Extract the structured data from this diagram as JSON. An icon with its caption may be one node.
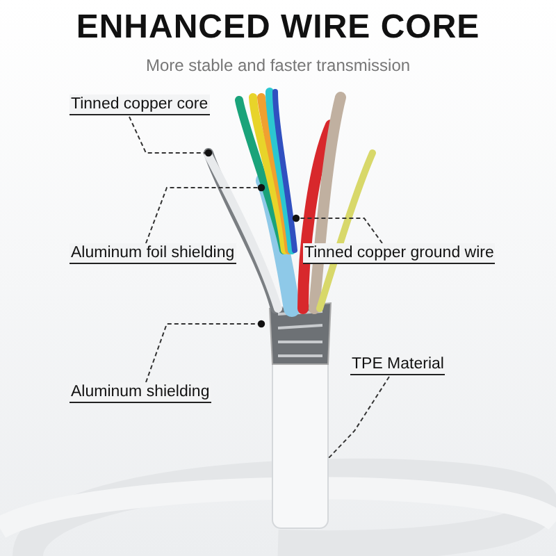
{
  "diagram": {
    "title": "ENHANCED WIRE CORE",
    "nodes": [
      {
        "text": [
          "Tinned copper core"
        ]
      },
      {
        "text": [
          "Aluminum foil shielding"
        ]
      },
      {
        "text": [
          "Tinned copper ground wire"
        ]
      },
      {
        "text": [
          "Aluminum  shielding"
        ]
      },
      {
        "text": [
          "TPE Material"
        ]
      }
    ],
    "edges": [
      {
        "from": 0,
        "to": null,
        "arrow": "other",
        "style": "dashed"
      },
      {
        "from": 1,
        "to": null,
        "arrow": "other",
        "style": "dashed"
      },
      {
        "from": 2,
        "to": null,
        "arrow": "other",
        "style": "dashed"
      },
      {
        "from": 3,
        "to": null,
        "arrow": "other",
        "style": "dashed"
      },
      {
        "from": 4,
        "to": null,
        "arrow": "none",
        "style": "dashed"
      }
    ],
    "labels": [
      "More stable and faster transmission"
    ]
  }
}
